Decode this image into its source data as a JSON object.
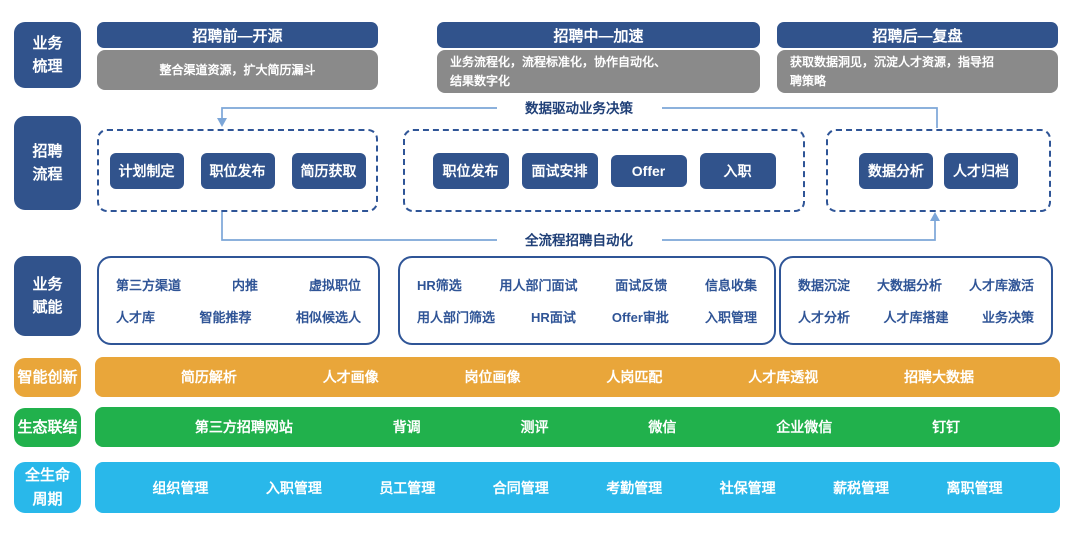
{
  "colors": {
    "navy": "#31538C",
    "gray": "#8A8A8A",
    "orange": "#E9A63A",
    "green": "#21B14C",
    "cyan": "#29B8EA",
    "arrow_line": "#7CA6D8",
    "enable_text": "#2F5496"
  },
  "rail": {
    "items": [
      {
        "label": "业务\n梳理"
      },
      {
        "label": "招聘\n流程"
      },
      {
        "label": "业务\n赋能"
      },
      {
        "label": "智能创新"
      },
      {
        "label": "生态联结"
      },
      {
        "label": "全生命\n周期"
      }
    ]
  },
  "phases": [
    {
      "title": "招聘前—开源",
      "subtitle": "整合渠道资源，扩大简历漏斗"
    },
    {
      "title": "招聘中—加速",
      "subtitle": "业务流程化，流程标准化，协作自动化、\n结果数字化"
    },
    {
      "title": "招聘后—复盘",
      "subtitle": "获取数据洞见，沉淀人才资源，指导招\n聘策略"
    }
  ],
  "flow": {
    "top_label": "数据驱动业务决策",
    "bottom_label": "全流程招聘自动化",
    "stages": [
      {
        "steps": [
          "计划制定",
          "职位发布",
          "简历获取"
        ]
      },
      {
        "steps": [
          "职位发布",
          "面试安排",
          "Offer",
          "入职"
        ]
      },
      {
        "steps": [
          "数据分析",
          "人才归档"
        ]
      }
    ]
  },
  "enablement": [
    {
      "rows": [
        [
          "第三方渠道",
          "内推",
          "虚拟职位"
        ],
        [
          "人才库",
          "智能推荐",
          "相似候选人"
        ]
      ]
    },
    {
      "rows": [
        [
          "HR筛选",
          "用人部门面试",
          "面试反馈",
          "信息收集"
        ],
        [
          "用人部门筛选",
          "HR面试",
          "Offer审批",
          "入职管理"
        ]
      ]
    },
    {
      "rows": [
        [
          "数据沉淀",
          "大数据分析",
          "人才库激活"
        ],
        [
          "人才分析",
          "人才库搭建",
          "业务决策"
        ]
      ]
    }
  ],
  "bars": [
    {
      "items": [
        "简历解析",
        "人才画像",
        "岗位画像",
        "人岗匹配",
        "人才库透视",
        "招聘大数据"
      ]
    },
    {
      "items": [
        "第三方招聘网站",
        "背调",
        "测评",
        "微信",
        "企业微信",
        "钉钉"
      ]
    },
    {
      "items": [
        "组织管理",
        "入职管理",
        "员工管理",
        "合同管理",
        "考勤管理",
        "社保管理",
        "薪税管理",
        "离职管理"
      ]
    }
  ]
}
